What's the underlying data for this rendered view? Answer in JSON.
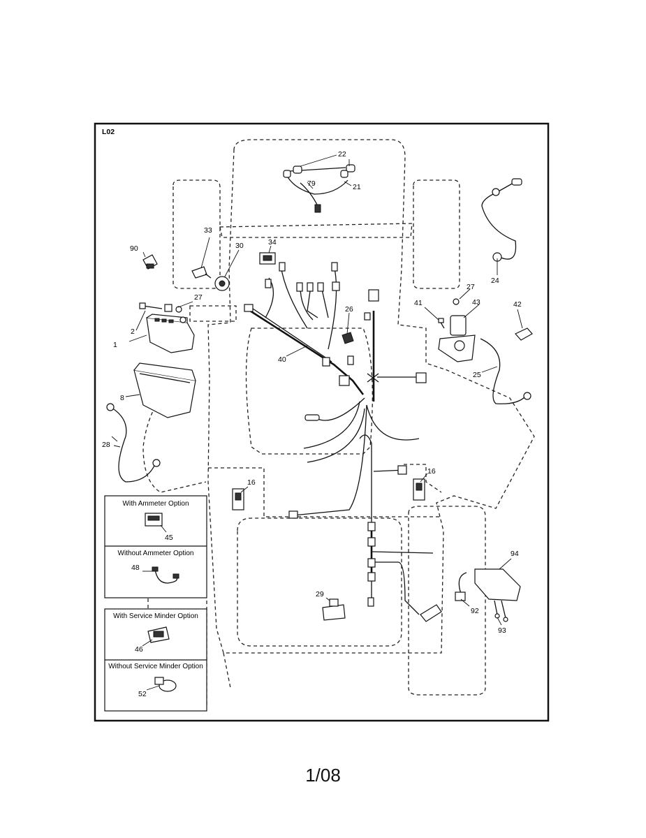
{
  "diagram": {
    "code": "L02",
    "callouts": {
      "c1": "1",
      "c2": "2",
      "c8": "8",
      "c16a": "16",
      "c16b": "16",
      "c21": "21",
      "c22": "22",
      "c24": "24",
      "c25": "25",
      "c26": "26",
      "c27a": "27",
      "c27b": "27",
      "c28": "28",
      "c29": "29",
      "c30": "30",
      "c33": "33",
      "c34": "34",
      "c40": "40",
      "c41": "41",
      "c42": "42",
      "c43": "43",
      "c45": "45",
      "c46": "46",
      "c48": "48",
      "c52": "52",
      "c79": "79",
      "c90": "90",
      "c92": "92",
      "c93": "93",
      "c94": "94"
    },
    "option_boxes": {
      "with_ammeter": "With Ammeter Option",
      "without_ammeter": "Without Ammeter Option",
      "with_service_minder": "With Service Minder Option",
      "without_service_minder": "Without Service Minder Option"
    }
  },
  "page": {
    "number": "1/08"
  }
}
